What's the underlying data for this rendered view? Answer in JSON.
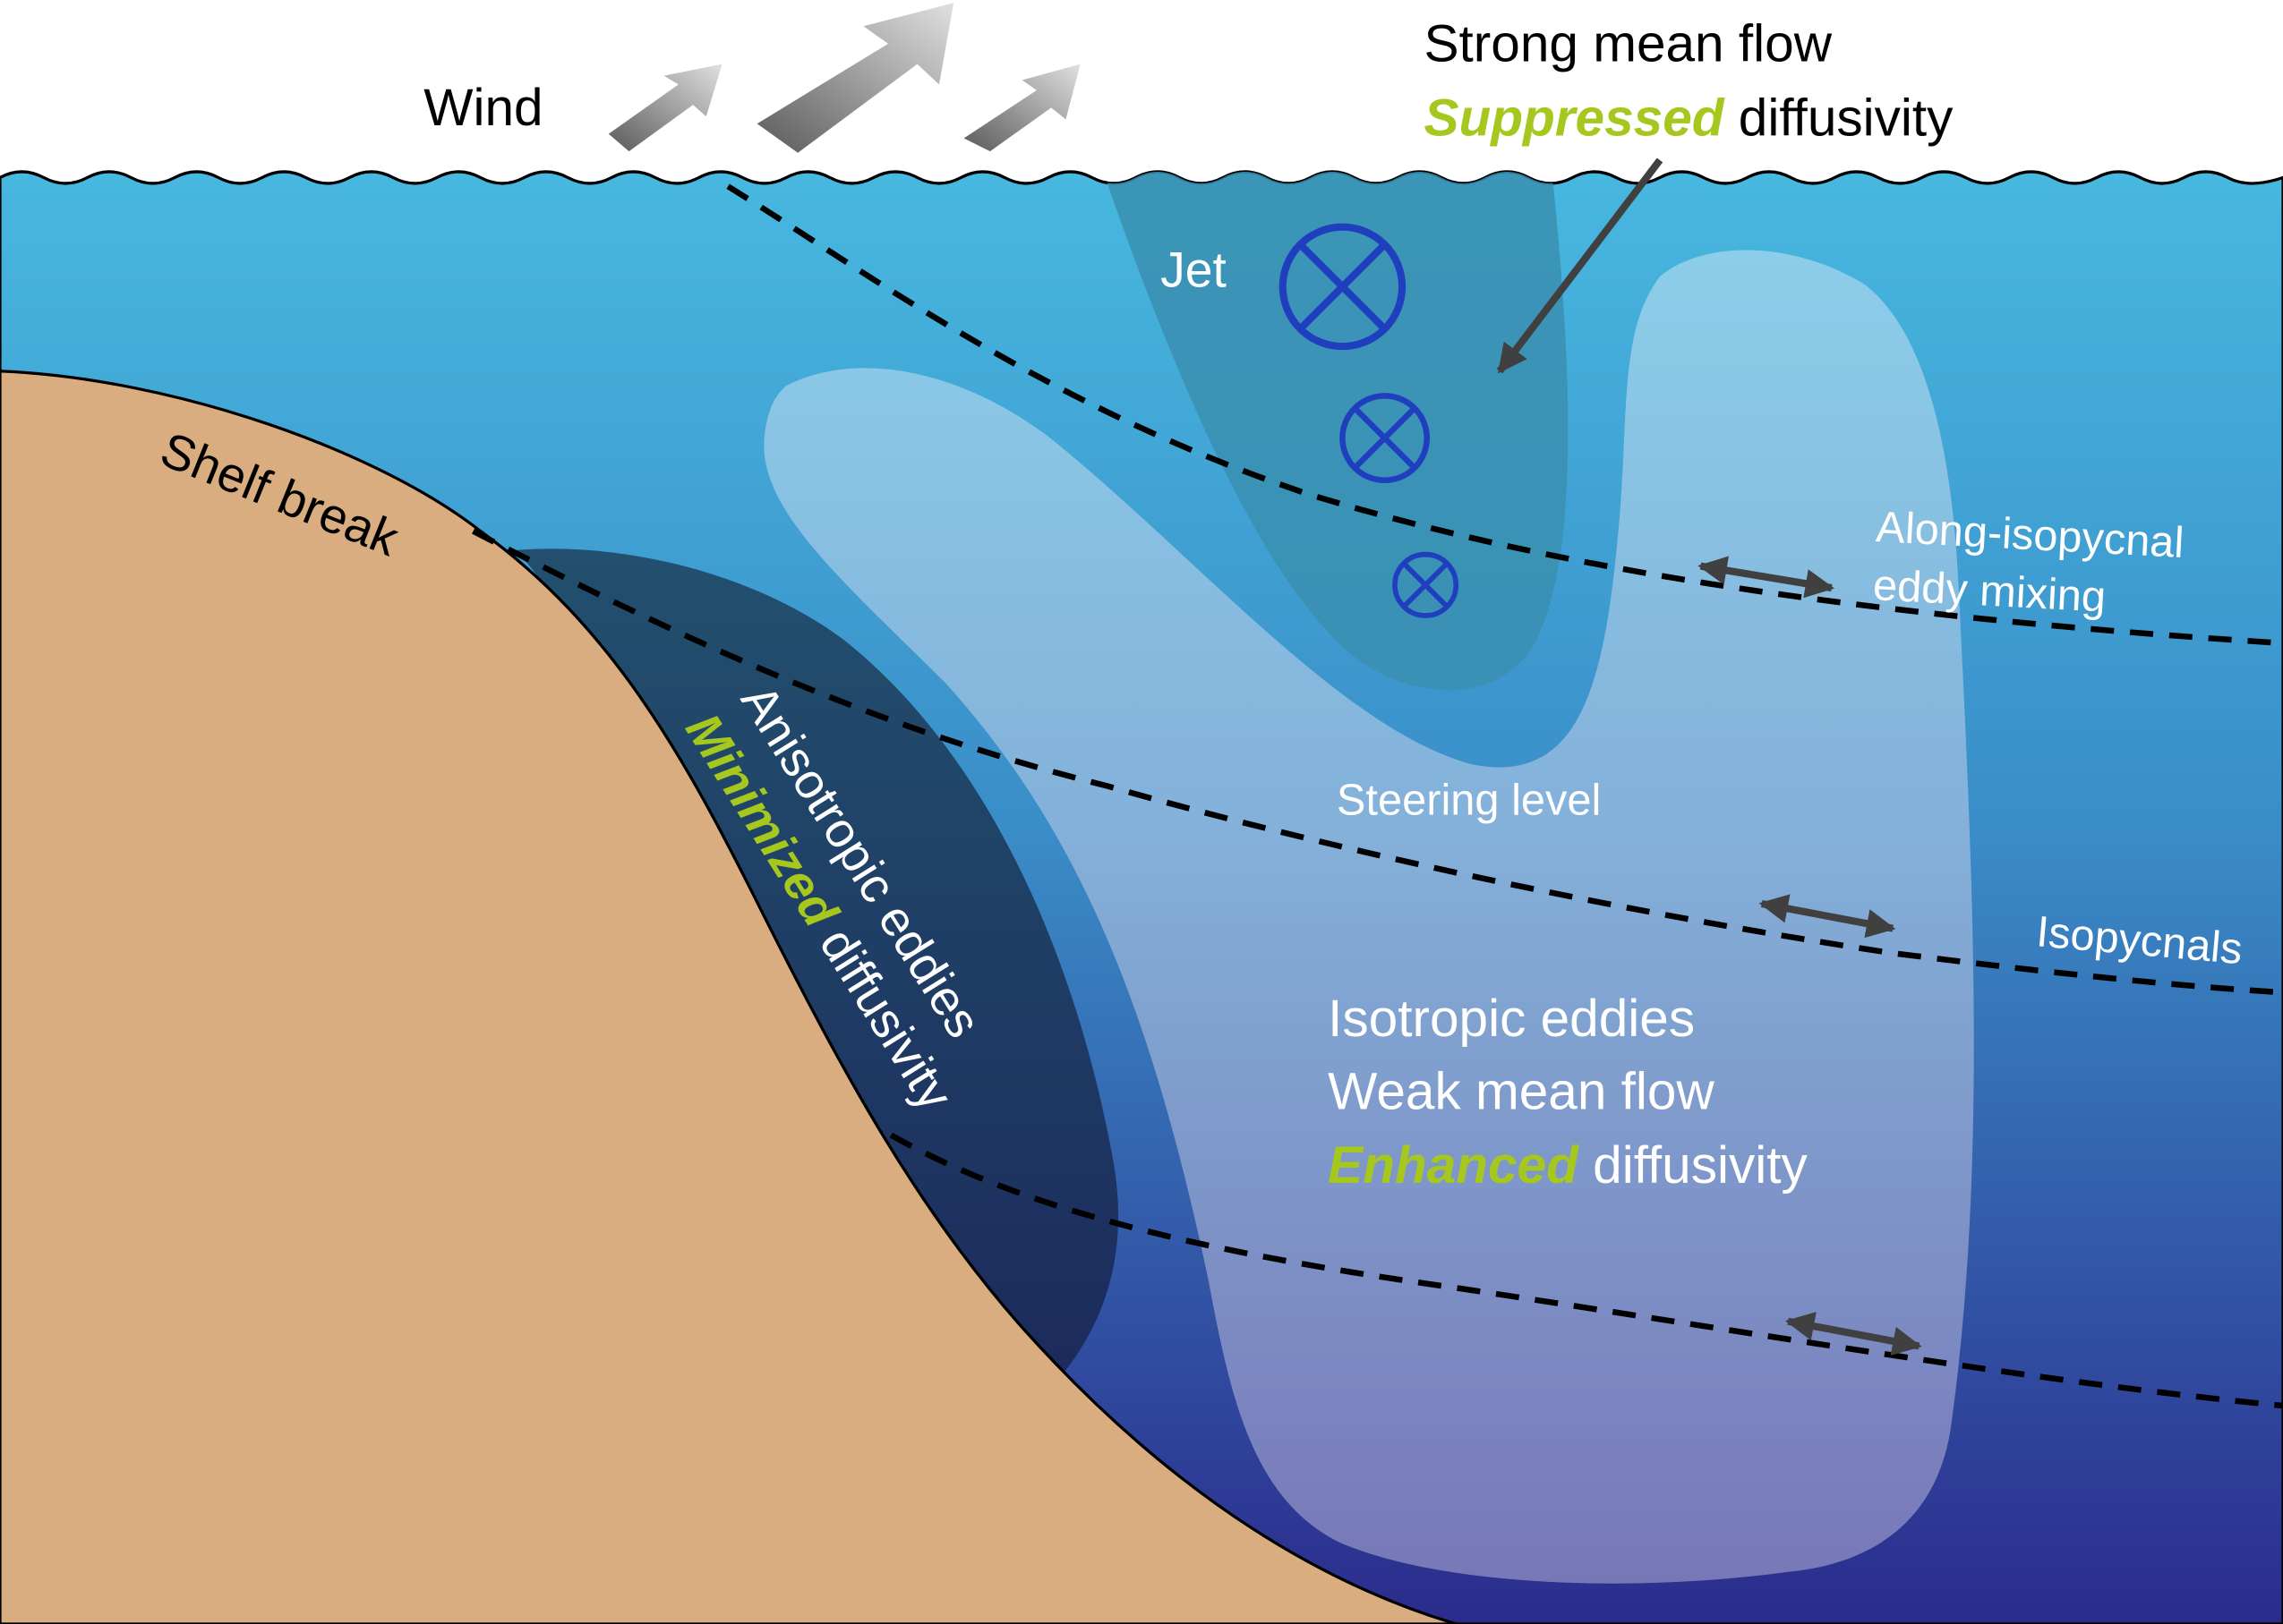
{
  "labels": {
    "wind": "Wind",
    "shelf_break": "Shelf break",
    "jet": "Jet",
    "strong_mean_flow": "Strong mean flow",
    "suppressed": "Suppressed",
    "suppressed_tail": " diffusivity",
    "along_isopycnal_line1": "Along-isopycnal",
    "along_isopycnal_line2": "eddy mixing",
    "steering_level": "Steering level",
    "isopycnals": "Isopycnals",
    "isotropic_eddies": "Isotropic eddies",
    "weak_mean_flow": "Weak mean flow",
    "enhanced": "Enhanced",
    "enhanced_tail": " diffusivity",
    "anisotropic_eddies": "Anisotropic eddies",
    "minimized": "Minimized",
    "minimized_tail": " diffusivity"
  },
  "colors": {
    "ocean_top": "#47b8e0",
    "ocean_bottom": "#2b2b8c",
    "shelf": "#d9ad80",
    "highlight_green": "#a6c81e",
    "jet_core": "#3a8fb0",
    "jet_symbol": "#1f3fbf",
    "eddy_zone": "#b5d6ec",
    "anisotropic_zone": "#1d3a5e",
    "arrow_gray": "#404040"
  },
  "icons": {
    "jet_symbol": "into-page-circle-cross-icon",
    "wind_arrow": "gray-arrow-icon",
    "mixing_arrow": "double-headed-arrow-icon"
  }
}
